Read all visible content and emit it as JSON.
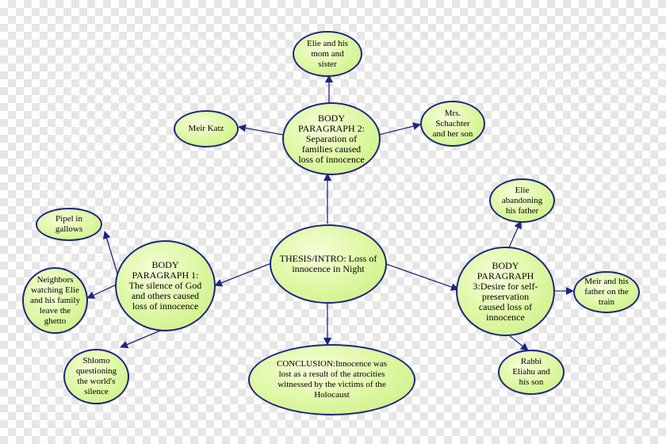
{
  "nodes": {
    "thesis": "THESIS/INTRO: Loss of innocence in Night",
    "body2": "BODY PARAGRAPH 2: Separation of families caused loss of innocence",
    "body1": "BODY PARAGRAPH 1: The silence of God and others caused loss of innocence",
    "body3": "BODY PARAGRAPH 3:Desire for self-preservation caused loss of innocence",
    "conclusion": "CONCLUSION:Innocence was lost as a result of the atrocities witnessed by the victims of the Holocaust",
    "elie_mom_sister": "Elie and his mom and sister",
    "meir_katz": "Meir Katz",
    "mrs_schachter": "Mrs. Schachter and her son",
    "pipel": "Pipel in gallows",
    "neighbors": "Neighbors watching Elie and his family leave the ghetto",
    "shlomo": "Shlomo questioning the world's silence",
    "elie_abandoning": "Elie abandoning his father",
    "meir_father": "Meir and his father on the train",
    "rabbi": "Rabbi Eliahu and his son"
  },
  "colors": {
    "node_fill": "#dcf7a0",
    "node_border": "#1d2680",
    "edge": "#1d2680"
  }
}
